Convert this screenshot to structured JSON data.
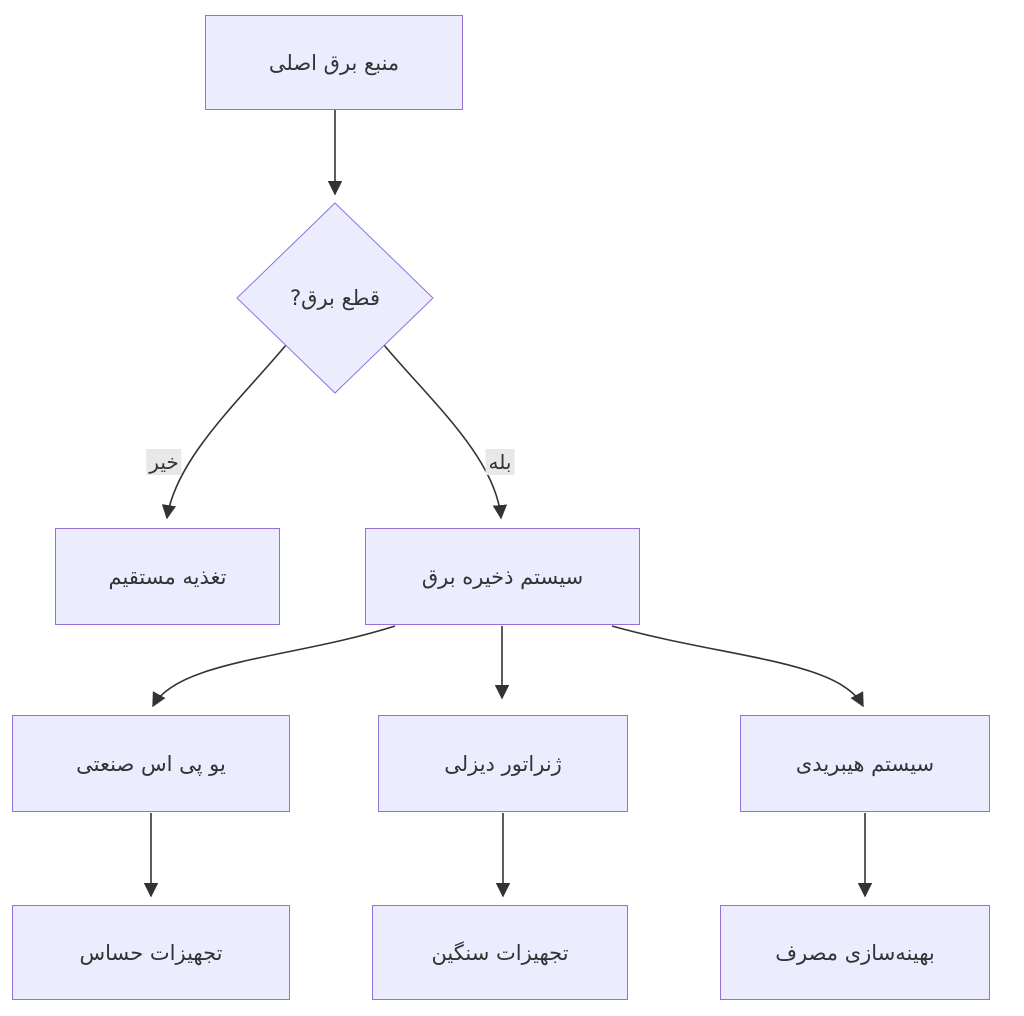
{
  "diagram": {
    "nodes": {
      "main_power": "منبع برق اصلی",
      "decision": "قطع برق?",
      "direct_feed": "تغذیه مستقیم",
      "storage": "سیستم ذخیره برق",
      "ups": "یو پی اس صنعتی",
      "diesel": "ژنراتور دیزلی",
      "hybrid": "سیستم هیبریدی",
      "sensitive": "تجهیزات حساس",
      "heavy": "تجهیزات سنگین",
      "optimize": "بهینه‌سازی مصرف"
    },
    "edge_labels": {
      "no": "خیر",
      "yes": "بله"
    },
    "colors": {
      "node_fill": "#ECECFF",
      "node_border": "#9370DB",
      "edge": "#333333",
      "text": "#333333",
      "edge_label_bg": "#e8e8e8"
    }
  }
}
